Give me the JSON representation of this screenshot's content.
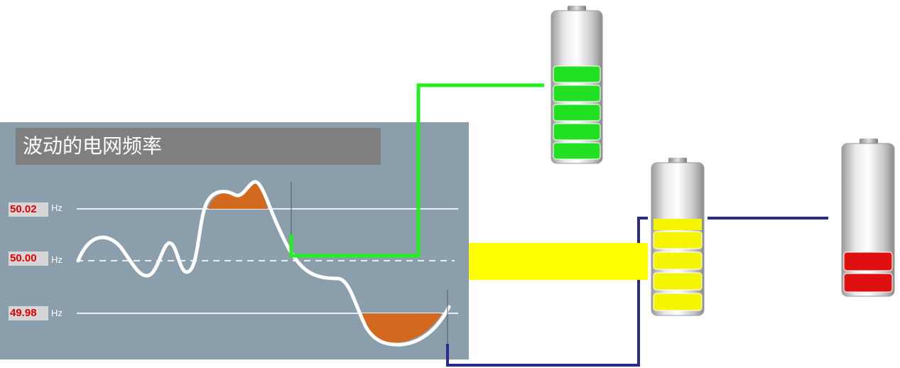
{
  "title": "波动的电网频率",
  "frequency_levels": [
    {
      "value": "50.02",
      "unit": "Hz",
      "line": "solid"
    },
    {
      "value": "50.00",
      "unit": "Hz",
      "line": "dashed"
    },
    {
      "value": "49.98",
      "unit": "Hz",
      "line": "solid"
    }
  ],
  "batteries": [
    {
      "id": "top",
      "fill_color": "#22e022",
      "filled_segments": 5,
      "total_segments": 5
    },
    {
      "id": "middle",
      "fill_color": "#f5f500",
      "filled_segments": 4,
      "total_segments": 4,
      "top_fill": true
    },
    {
      "id": "right",
      "fill_color": "#e01010",
      "filled_segments": 2,
      "total_segments": 5
    }
  ],
  "colors": {
    "panel_bg": "#8b9eab",
    "over_frequency_fill": "#d2691e",
    "green_link": "#22ee22",
    "blue_link": "#2b2b8f",
    "yellow_bar": "#ffff00"
  }
}
